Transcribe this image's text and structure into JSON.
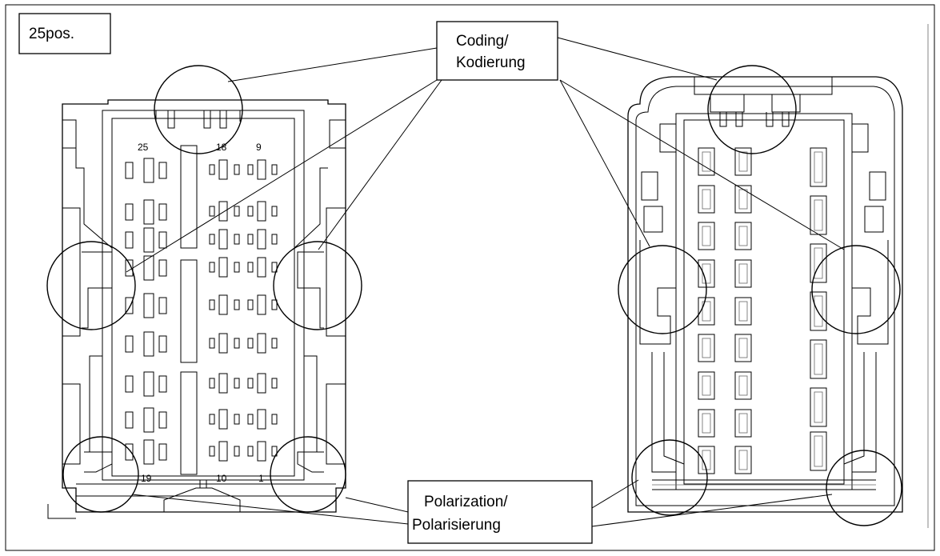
{
  "title_label": "25pos.",
  "coding_label": {
    "line1": "Coding/",
    "line2": "Kodierung"
  },
  "polarization_label": {
    "line1": "Polarization/",
    "line2": "Polarisierung"
  },
  "pin_numbers": {
    "p25": "25",
    "p18": "18",
    "p9": "9",
    "p19": "19",
    "p10": "10",
    "p1": "1"
  }
}
